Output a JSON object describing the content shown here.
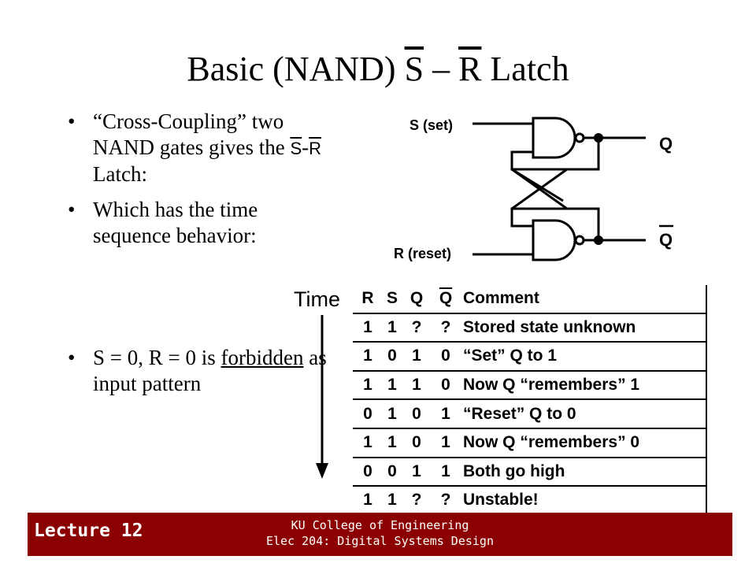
{
  "title": {
    "prefix": "Basic (NAND) ",
    "s": "S",
    "dash": " – ",
    "r": "R",
    "suffix": " Latch"
  },
  "bullets": [
    {
      "line": "“Cross-Coupling” two NAND gates gives the",
      "s": "S",
      "sep": "-",
      "r": "R",
      "tail": " Latch:"
    },
    {
      "line": "Which has the time sequence behavior:"
    }
  ],
  "bullet3": {
    "pre": "S = 0, R = 0 is ",
    "underlined": "forbidden",
    "post": " as input pattern"
  },
  "circuit": {
    "s_label": "S (set)",
    "r_label": "R (reset)",
    "q_label": "Q",
    "qbar_label": "Q"
  },
  "time_label": "Time",
  "table": {
    "headers": [
      "R",
      "S",
      "Q",
      "Q",
      "Comment"
    ],
    "rows": [
      [
        "1",
        "1",
        "?",
        "?",
        "Stored state unknown"
      ],
      [
        "1",
        "0",
        "1",
        "0",
        "“Set” Q to 1"
      ],
      [
        "1",
        "1",
        "1",
        "0",
        "Now Q “remembers” 1"
      ],
      [
        "0",
        "1",
        "0",
        "1",
        "“Reset” Q to 0"
      ],
      [
        "1",
        "1",
        "0",
        "1",
        "Now Q “remembers” 0"
      ],
      [
        "0",
        "0",
        "1",
        "1",
        "Both go high"
      ],
      [
        "1",
        "1",
        "?",
        "?",
        "Unstable!"
      ]
    ]
  },
  "footer": {
    "lecture": "Lecture 12",
    "line1": "KU College of Engineering",
    "line2": "Elec 204: Digital Systems Design"
  },
  "colors": {
    "footer_bg": "#8b0000"
  }
}
